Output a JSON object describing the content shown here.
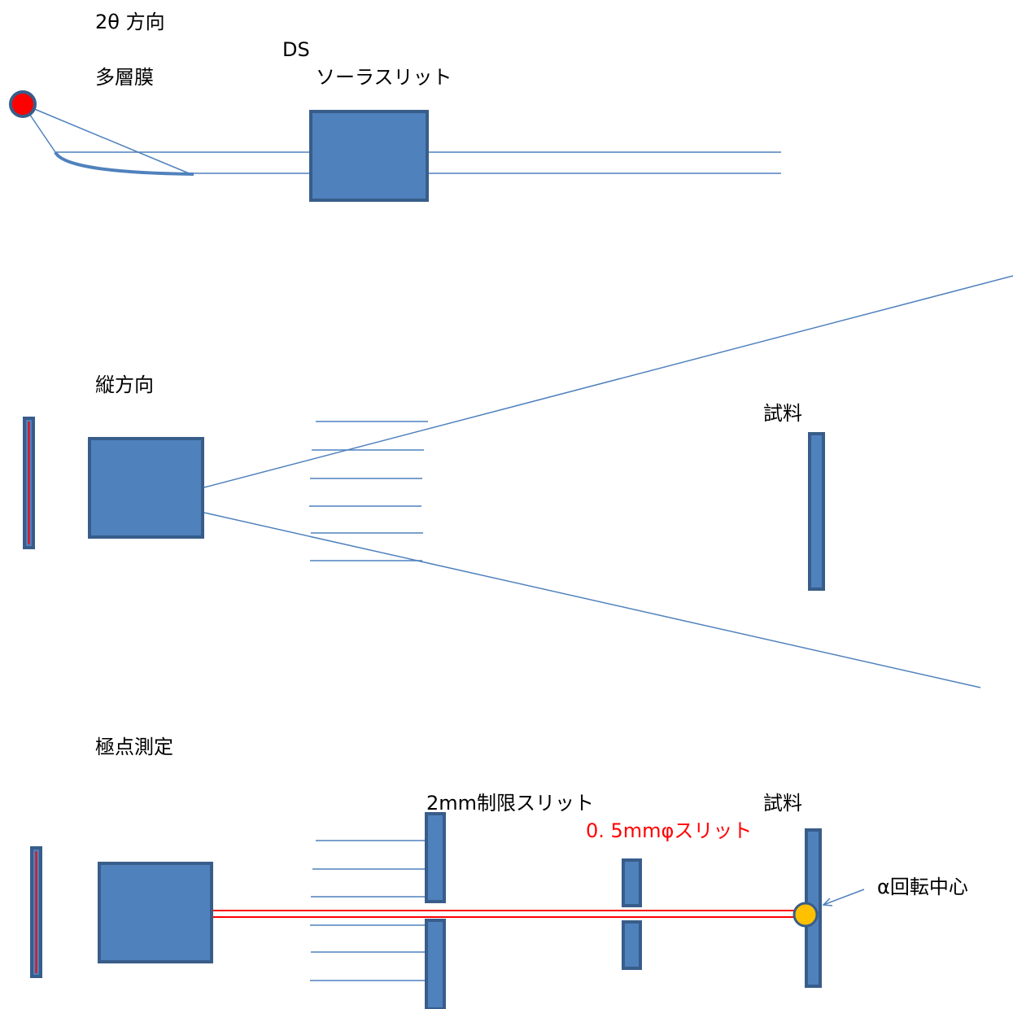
{
  "colors": {
    "block_fill": "#4f81bd",
    "block_stroke": "#385d8a",
    "beam_line": "#4f81bd",
    "red_highlight": "#ff0000",
    "source_dot": "#ff0000",
    "rotation_center": "#ffc000",
    "label_red": "#ff0000"
  },
  "section_2theta": {
    "title": "2θ 方向",
    "multilayer_label": "多層膜",
    "ds_label": "DS",
    "soller_label": "ソーラスリット"
  },
  "section_vertical": {
    "title": "縦方向",
    "sample_label": "試料"
  },
  "section_pole": {
    "title": "極点測定",
    "slit_2mm_label": "2mm制限スリット",
    "pinhole_label": "0. 5mmφスリット",
    "sample_label": "試料",
    "rotation_center_label": "α回転中心"
  }
}
